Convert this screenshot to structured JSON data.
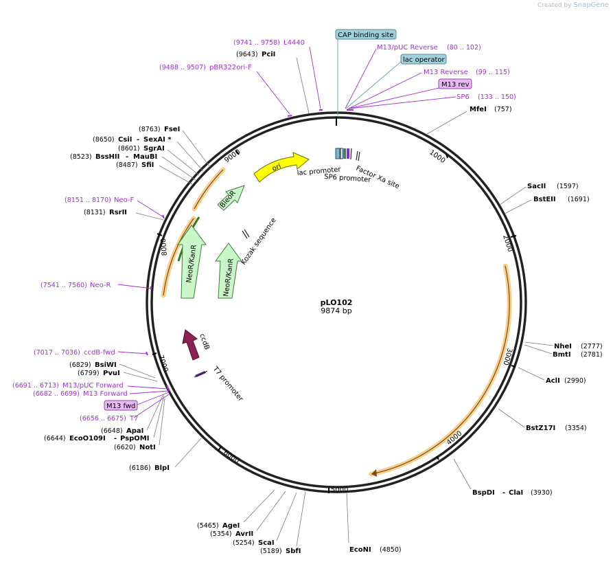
{
  "credit": {
    "text": "Created by",
    "brand": "SnapGene"
  },
  "plasmid": {
    "name": "pLO102",
    "length_label": "9874 bp",
    "length": 9874
  },
  "ticks": [
    "1000",
    "2000",
    "3000",
    "4000",
    "5000",
    "6000",
    "7000",
    "8000",
    "9000"
  ],
  "enzymes": [
    {
      "name": "PciI",
      "pos": "(9643)"
    },
    {
      "name": "MfeI",
      "pos": "(757)"
    },
    {
      "name": "FseI",
      "pos": "(8763)"
    },
    {
      "name": "CsiI",
      "extra": "SexAI *",
      "pos": "(8650)"
    },
    {
      "name": "SgrAI",
      "pos": "(8601)"
    },
    {
      "name": "BssHII",
      "extra": "MauBI",
      "pos": "(8523)"
    },
    {
      "name": "SfiI",
      "pos": "(8487)"
    },
    {
      "name": "RsrII",
      "pos": "(8131)"
    },
    {
      "name": "SacII",
      "pos": "(1597)"
    },
    {
      "name": "BstEII",
      "pos": "(1691)"
    },
    {
      "name": "NheI",
      "pos": "(2777)"
    },
    {
      "name": "BmtI",
      "pos": "(2781)"
    },
    {
      "name": "AclI",
      "pos": "(2990)"
    },
    {
      "name": "BstZ17I",
      "pos": "(3354)"
    },
    {
      "name": "BspDI",
      "extra": "ClaI",
      "pos": "(3930)"
    },
    {
      "name": "EcoNI",
      "pos": "(4850)"
    },
    {
      "name": "SbfI",
      "pos": "(5189)"
    },
    {
      "name": "ScaI",
      "pos": "(5254)"
    },
    {
      "name": "AvrII",
      "pos": "(5354)"
    },
    {
      "name": "AgeI",
      "pos": "(5465)"
    },
    {
      "name": "BlpI",
      "pos": "(6186)"
    },
    {
      "name": "NotI",
      "pos": "(6620)"
    },
    {
      "name": "EcoO109I",
      "extra": "PspOMI",
      "pos": "(6644)"
    },
    {
      "name": "ApaI",
      "pos": "(6648)"
    },
    {
      "name": "PvuI",
      "pos": "(6799)"
    },
    {
      "name": "BsiWI",
      "pos": "(6829)"
    }
  ],
  "primers": [
    {
      "name": "L4440",
      "pos": "(9741 .. 9758)"
    },
    {
      "name": "pBR322ori-F",
      "pos": "(9488 .. 9507)"
    },
    {
      "name": "M13/pUC Reverse",
      "pos": "(80 .. 102)"
    },
    {
      "name": "M13 Reverse",
      "pos": "(99 .. 115)"
    },
    {
      "name": "SP6",
      "pos": "(133 .. 150)"
    },
    {
      "name": "Neo-F",
      "pos": "(8151 .. 8170)"
    },
    {
      "name": "Neo-R",
      "pos": "(7541 .. 7560)"
    },
    {
      "name": "ccdB-fwd",
      "pos": "(7017 .. 7036)"
    },
    {
      "name": "M13/pUC Forward",
      "pos": "(6691 .. 6713)"
    },
    {
      "name": "M13 Forward",
      "pos": "(6682 .. 6699)"
    },
    {
      "name": "T7",
      "pos": "(6656 .. 6675)"
    }
  ],
  "boxed_labels": {
    "cap": "CAP binding site",
    "lac_operator": "lac operator",
    "m13_rev": "M13 rev",
    "m13_fwd": "M13 fwd"
  },
  "features": {
    "ori": "ori",
    "bleor": "BleoR",
    "neor1": "NeoR/KanR",
    "neor2": "NeoR/KanR",
    "ccdb": "ccdB",
    "lac_promoter": "lac promoter",
    "sp6_promoter": "SP6 promoter",
    "factor_xa": "Factor Xa site",
    "kozak": "Kozak sequence",
    "t7_promoter": "T7 promoter"
  },
  "colors": {
    "backbone": "#222222",
    "primer": "#a12fd5",
    "ori": "#ffff00",
    "marker": "#c8f7c8",
    "ccdb": "#8b2252",
    "orf": "#f4c27a",
    "cap_box": "#9fd1dd",
    "m13_box": "#e8b8f4"
  }
}
